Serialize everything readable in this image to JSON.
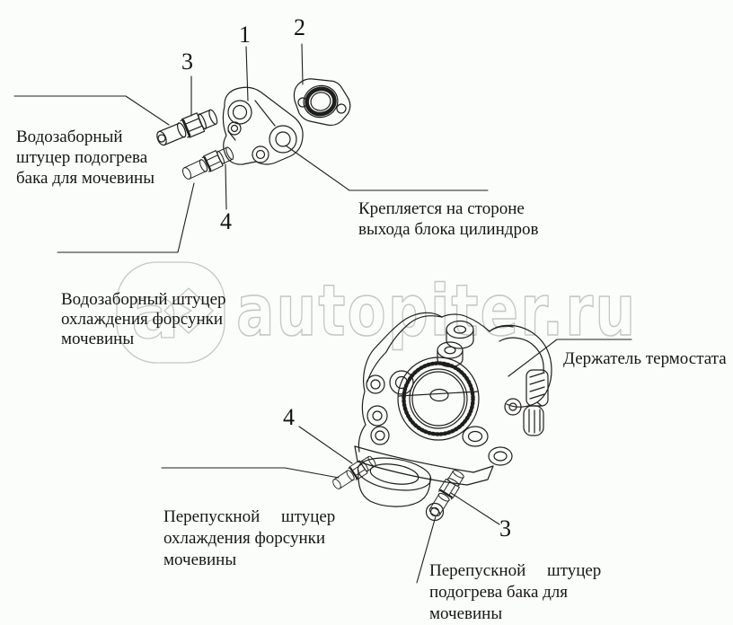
{
  "page": {
    "background": "#fbfdfa",
    "ink_color": "#1e1e1e",
    "type_note": "exploded parts diagram of thermostat holder with urea fittings"
  },
  "watermark": {
    "text": "autopiter.ru",
    "logo_letter": "a",
    "color": "#c4c8c4"
  },
  "callouts": {
    "part1": "1",
    "part2": "2",
    "part3_top": "3",
    "part4_top": "4",
    "part4_bottom": "4",
    "part3_bottom": "3"
  },
  "annotations": {
    "intake_heater": {
      "lines": [
        "Водозаборный",
        "штуцер подогрева",
        "бака для мочевины"
      ]
    },
    "mount_note": {
      "lines": [
        "Крепляется на стороне",
        "выхода блока цилиндров"
      ]
    },
    "intake_cooling": {
      "lines": [
        "Водозаборный штуцер",
        "охлаждения форсунки",
        "мочевины"
      ]
    },
    "thermostat_holder": {
      "lines": [
        "Держатель термостата"
      ]
    },
    "bypass_cooling": {
      "lines": [
        "Перепускной     штуцер",
        "охлаждения форсунки",
        "мочевины"
      ]
    },
    "bypass_heater": {
      "lines": [
        "Перепускной     штуцер",
        "подогрева бака для",
        "мочевины"
      ]
    }
  }
}
